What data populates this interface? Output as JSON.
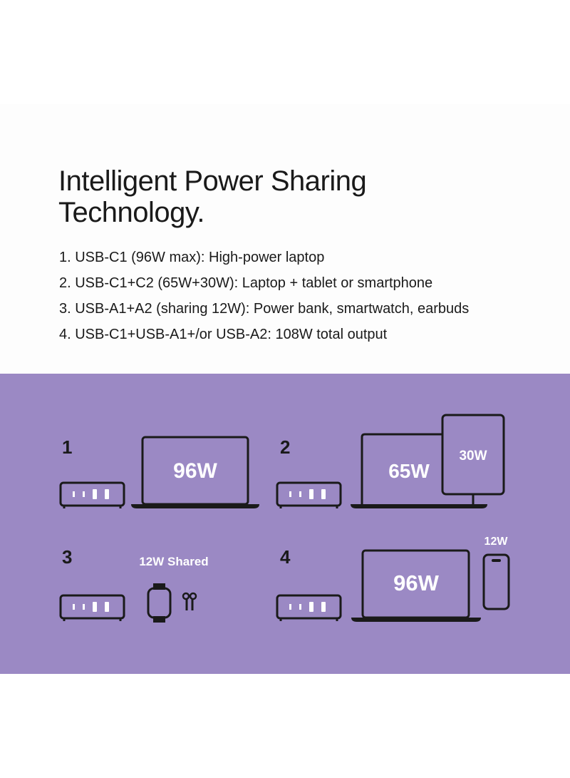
{
  "colors": {
    "panel": "#9b89c4",
    "ink": "#1a1a1a",
    "label": "#ffffff"
  },
  "headline": {
    "line1": "Intelligent Power Sharing",
    "line2": "Technology."
  },
  "list": [
    "1.  USB-C1 (96W max): High-power laptop",
    "2. USB-C1+C2 (65W+30W): Laptop + tablet or smartphone",
    "3. USB-A1+A2 (sharing 12W): Power bank, smartwatch, earbuds",
    "4. USB-C1+USB-A1+/or USB-A2: 108W total output"
  ],
  "scenarios": [
    {
      "number": "1",
      "laptop_watts": "96W"
    },
    {
      "number": "2",
      "laptop_watts": "65W",
      "tablet_watts": "30W"
    },
    {
      "number": "3",
      "shared_label": "12W Shared"
    },
    {
      "number": "4",
      "laptop_watts": "96W",
      "phone_watts": "12W"
    }
  ],
  "icons": [
    "charger-icon",
    "laptop-icon",
    "tablet-icon",
    "phone-icon",
    "smartwatch-icon",
    "earbuds-icon"
  ]
}
